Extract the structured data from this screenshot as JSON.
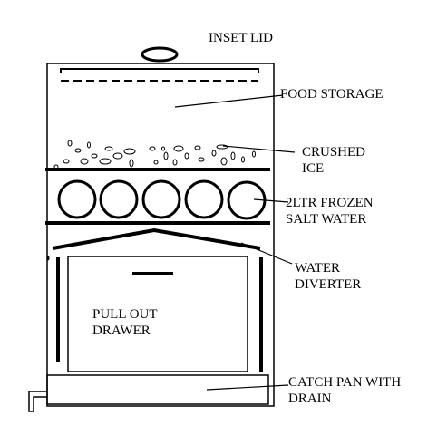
{
  "labels": {
    "lid": "INSET LID",
    "food": "FOOD STORAGE",
    "ice_line1": "CRUSHED",
    "ice_line2": "ICE",
    "bottles_line1": "2LTR FROZEN",
    "bottles_line2": "SALT WATER",
    "diverter_line1": "WATER",
    "diverter_line2": "DIVERTER",
    "drawer_line1": "PULL OUT",
    "drawer_line2": "DRAWER",
    "pan_line1": "CATCH PAN WITH",
    "pan_line2": "DRAIN"
  },
  "colors": {
    "ink": "#000000",
    "background": "#ffffff"
  }
}
